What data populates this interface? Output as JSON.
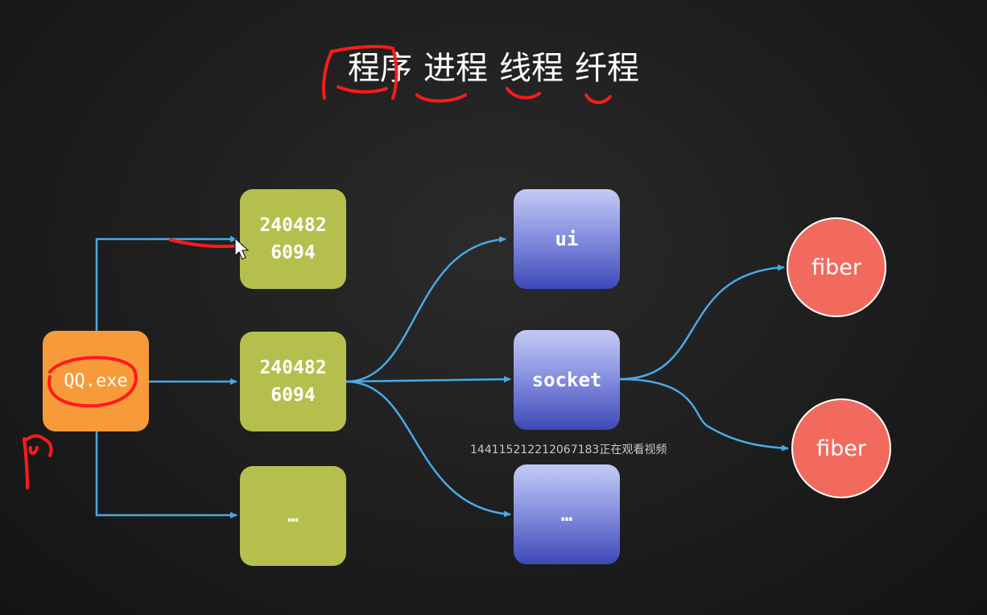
{
  "title": {
    "terms": [
      "程序",
      "进程",
      "线程",
      "纤程"
    ]
  },
  "program": {
    "label": "QQ.exe"
  },
  "processes": [
    {
      "line1": "240482",
      "line2": "6094"
    },
    {
      "line1": "240482",
      "line2": "6094"
    },
    {
      "line1": "…",
      "line2": ""
    }
  ],
  "threads": [
    {
      "label": "ui"
    },
    {
      "label": "socket"
    },
    {
      "label": "…"
    }
  ],
  "fibers": [
    {
      "label": "fiber"
    },
    {
      "label": "fiber"
    }
  ],
  "watermark": "144115212212067183正在观看视频",
  "colors": {
    "arrow": "#4aa9e6",
    "annotation": "#ff1a1a",
    "program": "#f79a3a",
    "process": "#b5bf4e",
    "fiber": "#f26a5e"
  }
}
